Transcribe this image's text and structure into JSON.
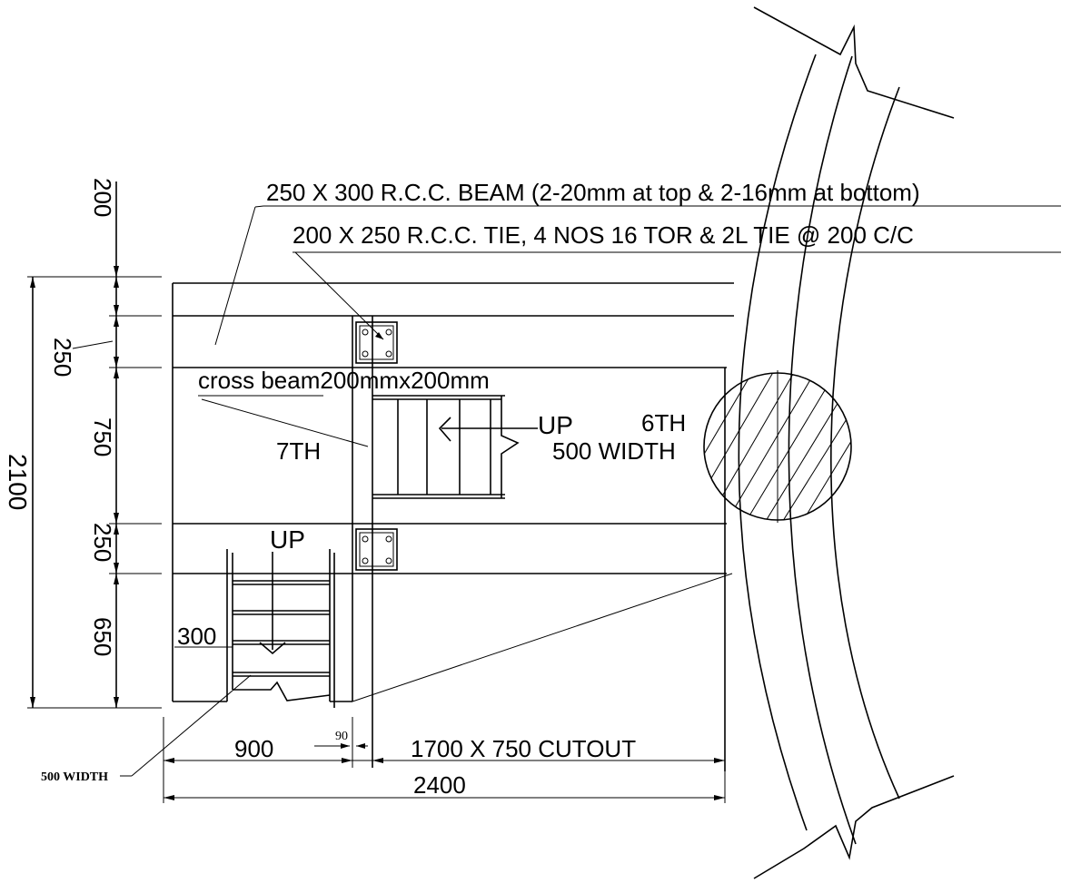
{
  "labels": {
    "beam_note": "250 X 300 R.C.C. BEAM (2-20mm at top & 2-16mm at bottom)",
    "tie_note": "200 X 250 R.C.C. TIE, 4 NOS 16 TOR &  2L TIE @ 200 C/C",
    "cross_beam": "cross beam200mmx200mm",
    "up_upper": "UP",
    "up_lower": "UP",
    "floor_7th": "7TH",
    "floor_6th": "6TH",
    "width_right": "500 WIDTH",
    "width_left": "500 WIDTH",
    "tread_300": "300",
    "dim_90": "90",
    "dim_900": "900",
    "cutout": "1700 X 750 CUTOUT",
    "dim_2400": "2400",
    "dim_2100": "2100",
    "dim_200": "200",
    "dim_250_top": "250",
    "dim_750": "750",
    "dim_250_mid": "250",
    "dim_650": "650"
  }
}
